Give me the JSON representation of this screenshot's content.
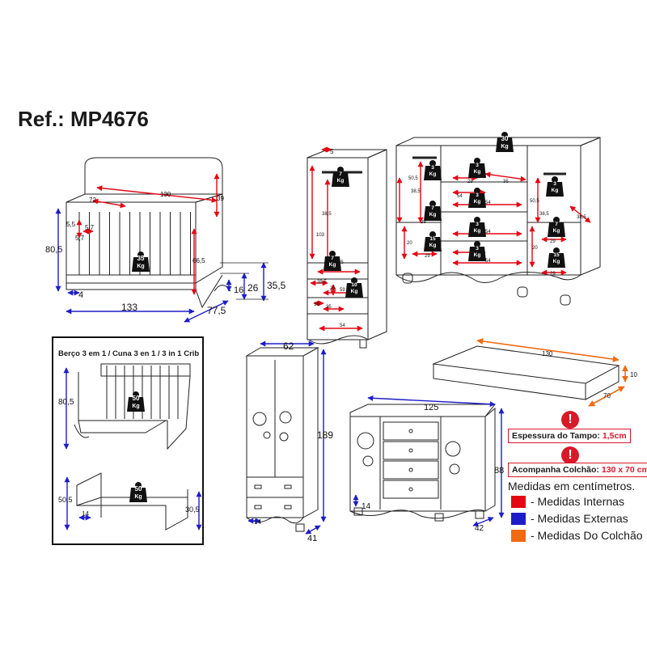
{
  "ref": "Ref.: MP4676",
  "crib_caption": "Berço 3 em 1 / Cuna 3 en 1 / 3 in 1 Crib",
  "callouts": {
    "top_thickness_label": "Espessura do Tampo:",
    "top_thickness_value": "1,5cm",
    "mattress_label": "Acompanha Colchão:",
    "mattress_value": "130 x 70 cm"
  },
  "legend": {
    "note": "Medidas em centímetros.",
    "items": [
      {
        "label": "- Medidas Internas",
        "color": "#e30613"
      },
      {
        "label": "- Medidas Externas",
        "color": "#1d1dc8"
      },
      {
        "label": "- Medidas Do Colchão",
        "color": "#f06a12"
      }
    ]
  },
  "colors": {
    "internal": "#e30613",
    "external": "#1d1dc8",
    "mattress": "#f06a12",
    "line": "#222222"
  },
  "dims": {
    "crib_130": "130",
    "crib_72": "72",
    "crib_39": "39",
    "crib_55": "5,5",
    "crib_57a": "5,7",
    "crib_57b": "5,7",
    "crib_665": "66,5",
    "crib_805": "80,5",
    "crib_4": "4",
    "crib_133": "133",
    "crib_775": "77,5",
    "crib_16": "16",
    "crib_26": "26",
    "crib_355": "35,5",
    "crib_kg": "35",
    "ward_5": "5",
    "ward_385": "38,5",
    "ward_103": "103",
    "ward_7kg": "7",
    "ward_65": "65",
    "ward_385b": "38,5",
    "ward_25": "25",
    "ward_59": "59",
    "ward_10kg": "10",
    "ward_39": "39",
    "ward_35": "35",
    "ward_54": "54",
    "dres_30kg": "30",
    "dres_505a": "50,5",
    "dres_385a": "38,5",
    "dres_3kga": "3",
    "dres_29a": "29",
    "dres_35a": "35",
    "dres_20a": "20",
    "dres_7kga": "7",
    "dres_15kga": "15",
    "dres_54a": "54",
    "dres_3kgb": "3",
    "dres_54b": "54",
    "dres_29b": "29",
    "dres_3kgc": "3",
    "dres_54c": "54",
    "dres_3kgd": "3",
    "dres_54d": "54",
    "dres_29c": "29",
    "dres_505b": "50,5",
    "dres_385b": "38,5",
    "dres_20b": "20",
    "dres_7kgb": "7",
    "dres_15kgb": "15",
    "dres_3kge": "3",
    "dres_29d": "29",
    "dres_29e": "29",
    "dres_385c": "38,5",
    "mat_130": "130",
    "mat_70": "70",
    "mat_10": "10",
    "w2_62": "62",
    "w2_189": "189",
    "w2_14": "14",
    "w2_41": "41",
    "d2_125": "125",
    "d2_88": "88",
    "d2_14": "14",
    "d2_42": "42",
    "b1_805": "80,5",
    "b1_kg": "50",
    "b2_505": "50,5",
    "b2_14": "14",
    "b2_305": "30,5",
    "b2_kg": "50",
    "kg": "Kg"
  }
}
